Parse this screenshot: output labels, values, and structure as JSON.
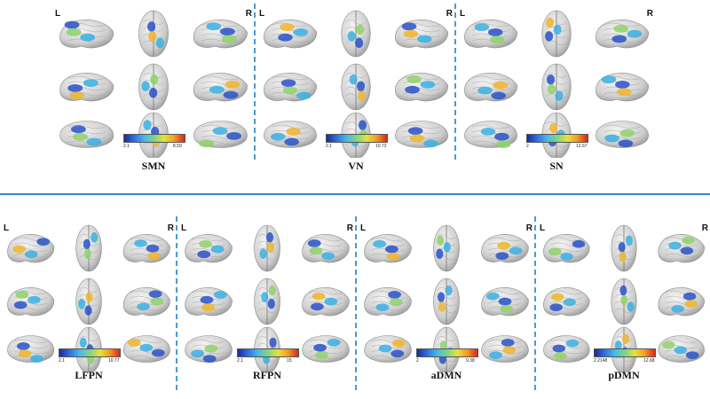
{
  "side_left": "L",
  "side_right": "R",
  "panels": [
    {
      "network": "SMN",
      "cmin": "2.1",
      "cmax": "8.59"
    },
    {
      "network": "VN",
      "cmin": "2.1",
      "cmax": "10.72"
    },
    {
      "network": "SN",
      "cmin": "2",
      "cmax": "12.67"
    },
    {
      "network": "LFPN",
      "cmin": "2.1",
      "cmax": "10.77"
    },
    {
      "network": "RFPN",
      "cmin": "2.1",
      "cmax": "15"
    },
    {
      "network": "aDMN",
      "cmin": "2",
      "cmax": "9.38"
    },
    {
      "network": "pDMN",
      "cmin": "2.2148",
      "cmax": "12.68"
    }
  ]
}
